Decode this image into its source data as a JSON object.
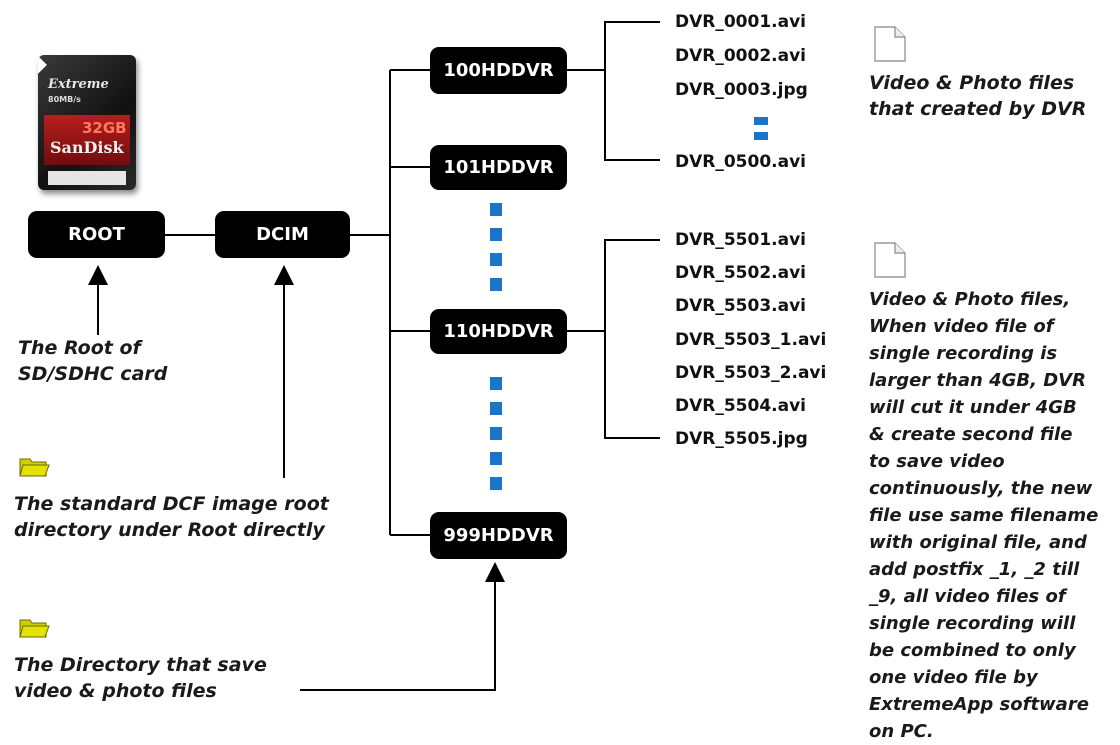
{
  "boxes": {
    "root": "ROOT",
    "dcim": "DCIM",
    "d100": "100HDDVR",
    "d101": "101HDDVR",
    "d110": "110HDDVR",
    "d999": "999HDDVR"
  },
  "sd_card": {
    "brand_line": "Extreme",
    "speed": "80MB/s",
    "capacity": "32GB",
    "maker": "SanDisk"
  },
  "files_group1": [
    "DVR_0001.avi",
    "DVR_0002.avi",
    "DVR_0003.jpg",
    "DVR_0500.avi"
  ],
  "files_group2": [
    "DVR_5501.avi",
    "DVR_5502.avi",
    "DVR_5503.avi",
    "DVR_5503_1.avi",
    "DVR_5503_2.avi",
    "DVR_5504.avi",
    "DVR_5505.jpg"
  ],
  "notes": {
    "root_note": [
      "The Root of",
      "SD/SDHC card"
    ],
    "dcim_note": [
      "The standard DCF image root",
      "directory under Root directly"
    ],
    "dir_note": [
      "The Directory that save",
      "video & photo files"
    ],
    "group1_note": [
      "Video & Photo files",
      "that created by DVR"
    ],
    "group2_note": [
      "Video & Photo files,",
      "When video file of",
      "single recording is",
      "larger than 4GB, DVR",
      "will cut it under 4GB",
      "& create second file",
      "to save video",
      "continuously, the new",
      "file use same filename",
      "with original file, and",
      "add postfix _1, _2 till",
      "_9, all video files of",
      "single recording will",
      "be combined to only",
      "one video file by",
      "ExtremeApp software",
      "on PC."
    ]
  },
  "colors": {
    "box_bg": "#000000",
    "dot": "#1a75c9",
    "folder": "#c8c800"
  }
}
